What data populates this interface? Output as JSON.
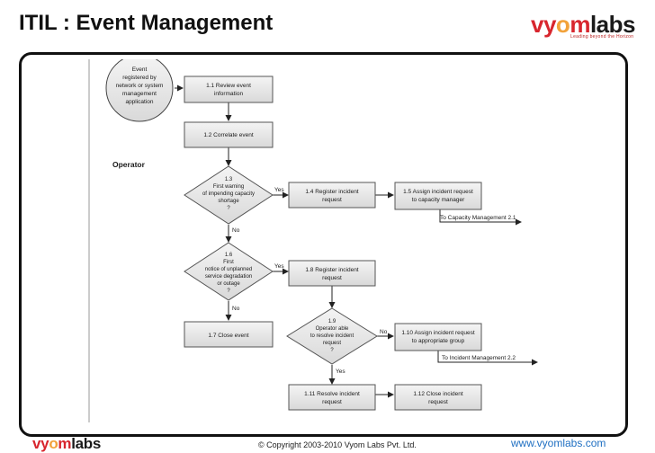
{
  "title": "ITIL : Event Management",
  "brand": {
    "vyom": "vy",
    "o": "o",
    "m": "m",
    "labs": "labs",
    "tagline": "Leading beyond the Horizon",
    "colors": {
      "primary": "#d8262e",
      "dark": "#1a1a1a",
      "accent": "#f2a23a"
    }
  },
  "diagram": {
    "lane_label": "Operator",
    "start": [
      "Event",
      "registered by",
      "network or system",
      "management",
      "application"
    ],
    "boxes": {
      "b1_1": [
        "1.1 Review event",
        "information"
      ],
      "b1_2": [
        "1.2 Correlate event"
      ],
      "b1_4": [
        "1.4 Register incident",
        "request"
      ],
      "b1_5": [
        "1.5 Assign incident request",
        "to capacity manager"
      ],
      "b1_8": [
        "1.8 Register incident",
        "request"
      ],
      "b1_7": [
        "1.7 Close event"
      ],
      "b1_10": [
        "1.10 Assign incident request",
        "to appropriate group"
      ],
      "b1_11": [
        "1.11 Resolve incident",
        "request"
      ],
      "b1_12": [
        "1.12 Close incident",
        "request"
      ]
    },
    "decisions": {
      "d1_3": [
        "1.3",
        "First warning",
        "of impending capacity",
        "shortage",
        "?"
      ],
      "d1_6": [
        "1.6",
        "First",
        "notice of unplanned",
        "service degradation",
        "or outage",
        "?"
      ],
      "d1_9": [
        "1.9",
        "Operator able",
        "to resolve incident",
        "request",
        "?"
      ]
    },
    "labels": {
      "yes": "Yes",
      "no": "No"
    },
    "handoffs": {
      "capacity": "To Capacity Management 2.1",
      "incident": "To Incident Management 2.2"
    }
  },
  "footer": {
    "copyright": "© Copyright 2003-2010 Vyom Labs Pvt. Ltd.",
    "website": "www.vyomlabs.com"
  }
}
